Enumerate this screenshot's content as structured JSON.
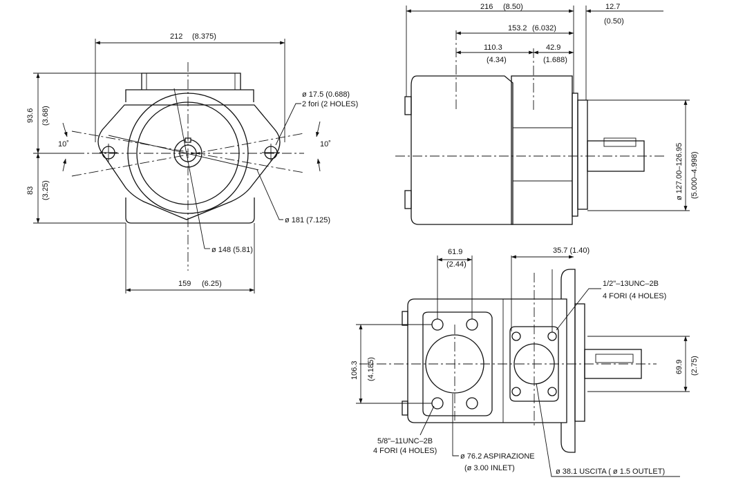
{
  "front_view": {
    "width_mm": "212",
    "width_in": "(8.375)",
    "top_height_mm": "93.6",
    "top_height_in": "(3.68)",
    "bottom_height_mm": "83",
    "bottom_height_in": "(3.25)",
    "angle_left": "10˚",
    "angle_right": "10˚",
    "hole_dia": "ø  17.5  (0.688)",
    "hole_count": "2 fori (2 HOLES)",
    "flange_dia": "ø  181  (7.125)",
    "pilot_dia": "ø  148  (5.81)",
    "base_width_mm": "159",
    "base_width_in": "(6.25)"
  },
  "side_view": {
    "overall_mm": "216",
    "overall_in": "(8.50)",
    "shaft_ext_mm": "12.7",
    "shaft_ext_in": "(0.50)",
    "d1_mm": "153.2",
    "d1_in": "(6.032)",
    "d2_mm": "110.3",
    "d2_in": "(4.34)",
    "d3_mm": "42.9",
    "d3_in": "(1.688)",
    "pilot_range": "ø 127.00–126.95",
    "pilot_range_in": "(5.000–4.998)"
  },
  "port_view": {
    "inlet_spacing_mm": "61.9",
    "inlet_spacing_in": "(2.44)",
    "outlet_offset": "35.7 (1.40)",
    "outlet_thread": "1/2\"–13UNC–2B",
    "outlet_thread_count": "4 FORI (4 HOLES)",
    "inlet_height_mm": "106.3",
    "inlet_height_in": "(4.185)",
    "outlet_height_mm": "69.9",
    "outlet_height_in": "(2.75)",
    "inlet_thread": "5/8\"–11UNC–2B",
    "inlet_thread_count": "4 FORI (4 HOLES)",
    "inlet_dia": "ø 76.2 ASPIRAZIONE",
    "inlet_dia_in": "(ø 3.00 INLET)",
    "outlet_dia": "ø   38.1 USCITA    ( ø  1.5 OUTLET)"
  }
}
